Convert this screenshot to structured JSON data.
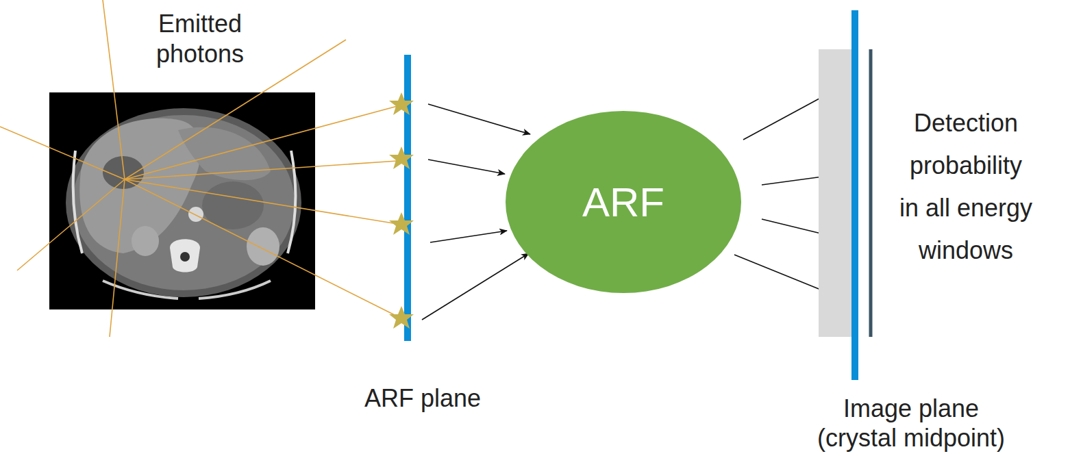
{
  "diagram": {
    "nodes": [
      {
        "text": [
          "ARF"
        ]
      }
    ],
    "labels": [
      "Emitted photons",
      "ARF plane",
      "Detection probability in all energy windows",
      "Image plane (crystal midpoint)"
    ]
  }
}
